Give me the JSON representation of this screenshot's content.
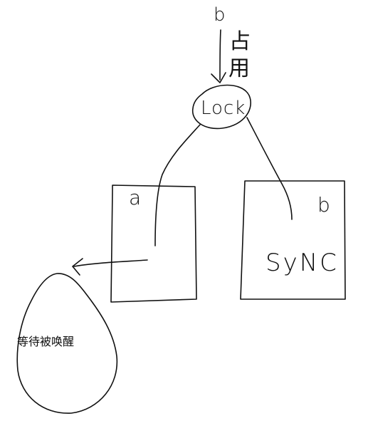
{
  "diagram": {
    "top_label": "b",
    "occupy_label_chars": [
      "占",
      "用"
    ],
    "lock_label": "Lock",
    "box_a_label": "a",
    "box_b_label": "b",
    "box_b_content": "SyNC",
    "waiting_label": "等待被唤醒"
  }
}
